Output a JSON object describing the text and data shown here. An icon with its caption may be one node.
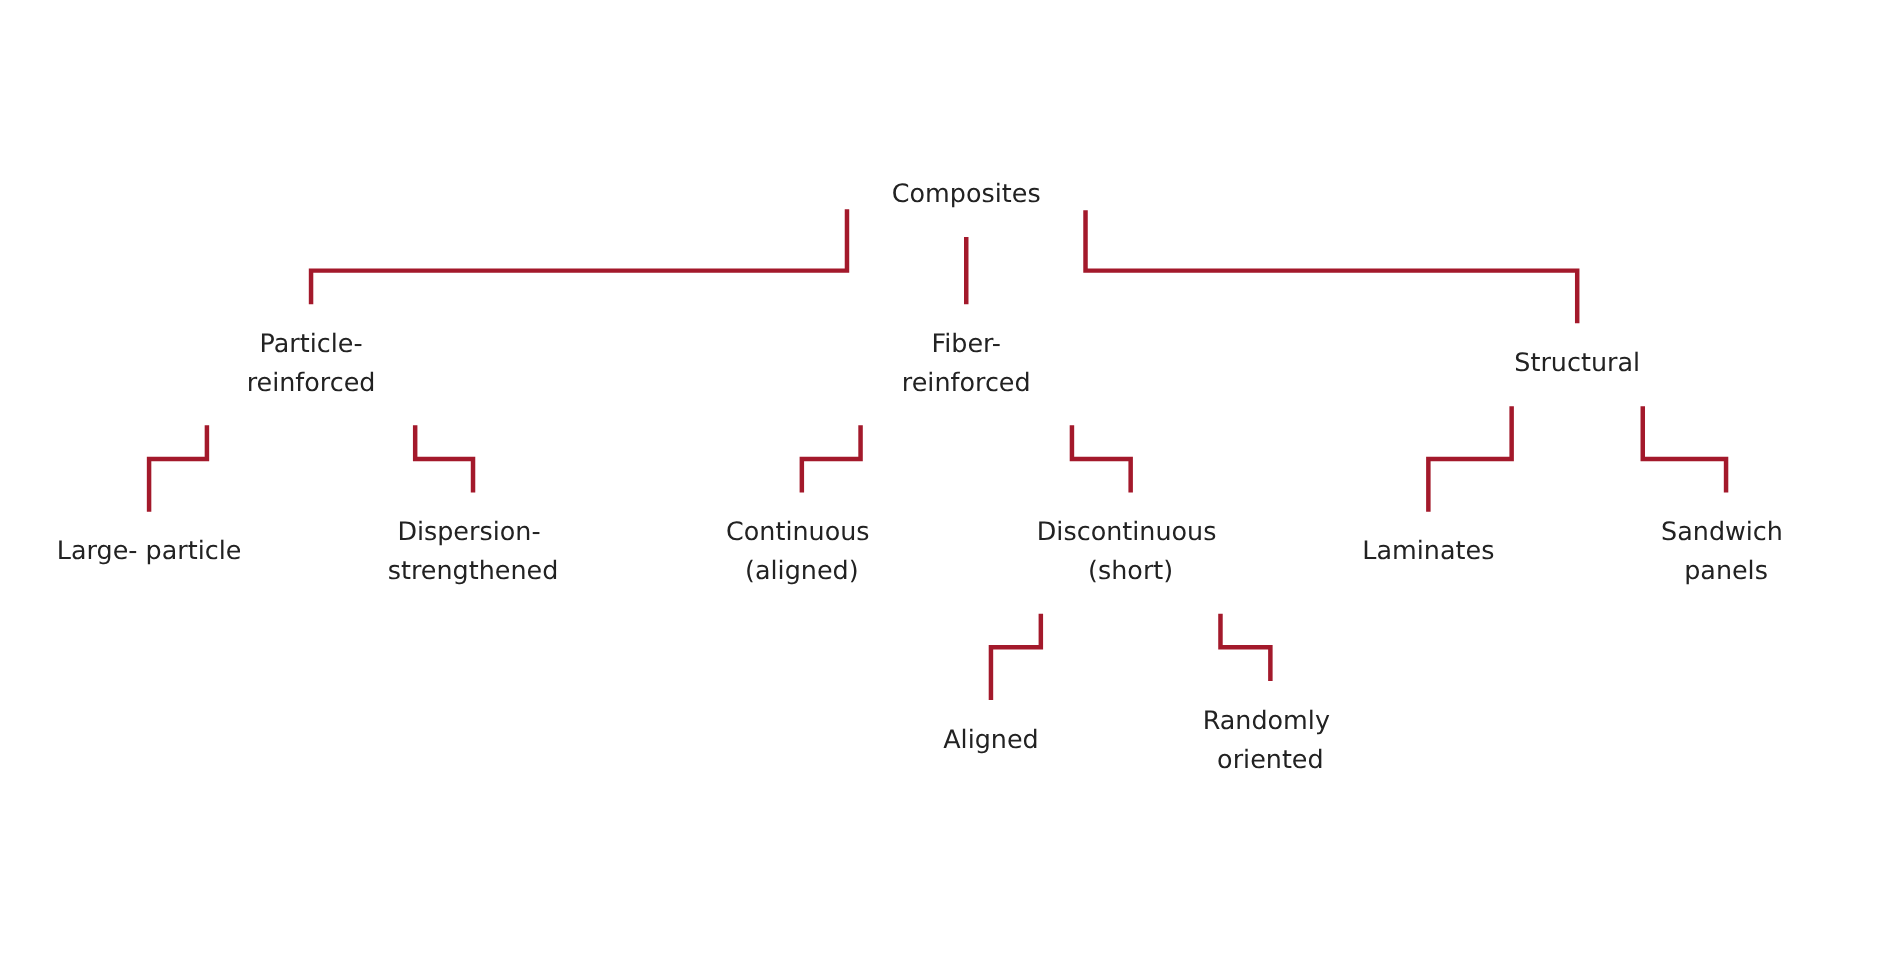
{
  "diagram": {
    "nodes": [
      {
        "text": [
          "Composites"
        ]
      },
      {
        "text": [
          "Particle-reinforced"
        ]
      },
      {
        "text": [
          "Fiber-reinforced"
        ]
      },
      {
        "text": [
          "Structural"
        ]
      },
      {
        "text": [
          "Large- particle"
        ]
      },
      {
        "text": [
          "Dispersion- strengthened"
        ]
      },
      {
        "text": [
          "Continuous (aligned)"
        ]
      },
      {
        "text": [
          "Discontinuous (short)"
        ]
      },
      {
        "text": [
          "Laminates"
        ]
      },
      {
        "text": [
          "Sandwich panels"
        ]
      },
      {
        "text": [
          "Aligned"
        ]
      },
      {
        "text": [
          "Randomly oriented"
        ]
      }
    ],
    "edges": [
      {
        "from": 0,
        "to": 1,
        "arrow": "none"
      },
      {
        "from": 0,
        "to": 2,
        "arrow": "none"
      },
      {
        "from": 0,
        "to": 3,
        "arrow": "none"
      },
      {
        "from": 1,
        "to": 4,
        "arrow": "none"
      },
      {
        "from": 1,
        "to": 5,
        "arrow": "none"
      },
      {
        "from": 2,
        "to": 6,
        "arrow": "none"
      },
      {
        "from": 2,
        "to": 7,
        "arrow": "none"
      },
      {
        "from": 3,
        "to": 8,
        "arrow": "none"
      },
      {
        "from": 3,
        "to": 9,
        "arrow": "none"
      },
      {
        "from": 7,
        "to": 10,
        "arrow": "none"
      },
      {
        "from": 7,
        "to": 11,
        "arrow": "none"
      }
    ]
  }
}
